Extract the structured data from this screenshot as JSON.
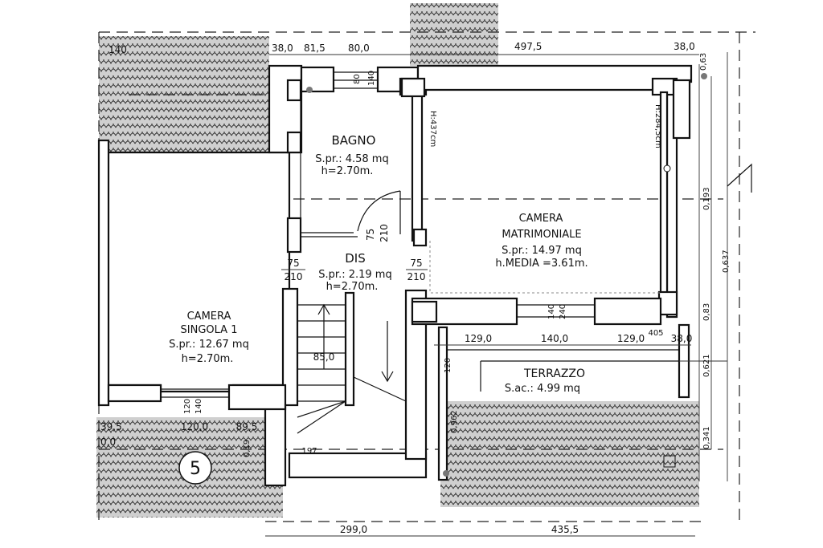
{
  "rooms": {
    "bagno": {
      "name": "BAGNO",
      "area": "S.pr.: 4.58 mq",
      "height": "h=2.70m."
    },
    "dis": {
      "name": "DIS",
      "area": "S.pr.: 2.19 mq",
      "height": "h=2.70m."
    },
    "camera_singola": {
      "name_line1": "CAMERA",
      "name_line2": "SINGOLA 1",
      "area": "S.pr.: 12.67 mq",
      "height": "h=2.70m."
    },
    "camera_matrimoniale": {
      "name_line1": "CAMERA",
      "name_line2": "MATRIMONIALE",
      "area": "S.pr.: 14.97 mq",
      "height": "h.MEDIA =3.61m."
    },
    "terrazzo": {
      "name": "TERRAZZO",
      "area": "S.ac.: 4.99 mq"
    }
  },
  "dimensions": {
    "top": [
      "140",
      "38,0",
      "81,5",
      "80,0",
      "497,5",
      "38,0"
    ],
    "window_bagno": [
      "80",
      "140"
    ],
    "door_left": [
      "75",
      "210"
    ],
    "door_mid": [
      "75",
      "210"
    ],
    "door_right": [
      "75",
      "210"
    ],
    "stair_width": "85,0",
    "stair_small": "197",
    "terrace_top": [
      "129,0",
      "140,0",
      "129,0",
      "405",
      "38,0"
    ],
    "window_matr": [
      "140",
      "240"
    ],
    "window_single": [
      "120",
      "140"
    ],
    "terrace_left": "120",
    "bottom_left": [
      "39,5",
      "120,0",
      "89,5"
    ],
    "bottom_left_side": [
      "0,0",
      "0,19"
    ],
    "bottom": [
      "299,0",
      "435,5"
    ],
    "right_side": [
      "0,63",
      "0,193",
      "0,637",
      "0,83",
      "0,621",
      "0,341",
      "0,962"
    ],
    "heights": [
      "H:437cm",
      "H:284,5cm"
    ]
  },
  "marker": "5"
}
